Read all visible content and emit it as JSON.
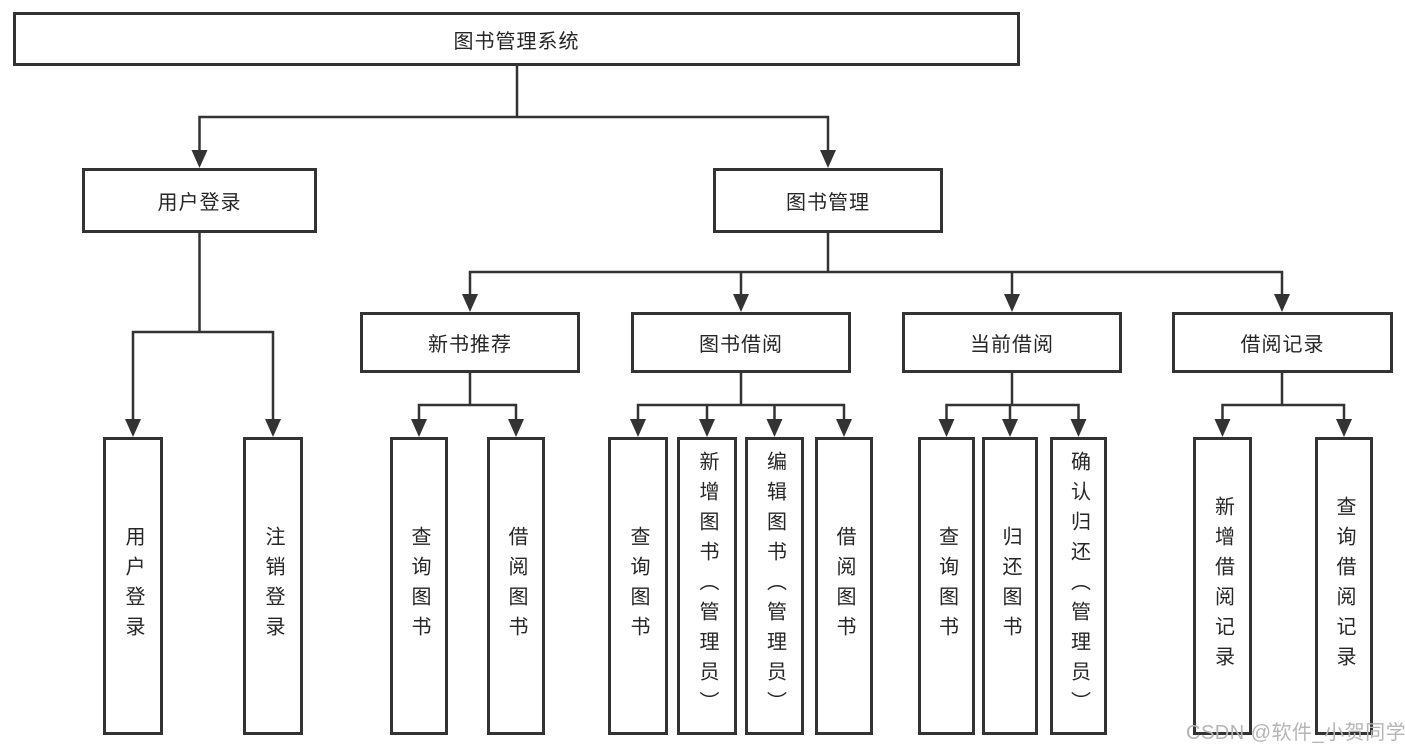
{
  "tree": {
    "label": "图书管理系统",
    "children": [
      {
        "label": "用户登录",
        "children": [
          {
            "label": "用户登录"
          },
          {
            "label": "注销登录"
          }
        ]
      },
      {
        "label": "图书管理",
        "children": [
          {
            "label": "新书推荐",
            "children": [
              {
                "label": "查询图书"
              },
              {
                "label": "借阅图书"
              }
            ]
          },
          {
            "label": "图书借阅",
            "children": [
              {
                "label": "查询图书"
              },
              {
                "label": "新增图书（管理员）"
              },
              {
                "label": "编辑图书（管理员）"
              },
              {
                "label": "借阅图书"
              }
            ]
          },
          {
            "label": "当前借阅",
            "children": [
              {
                "label": "查询图书"
              },
              {
                "label": "归还图书"
              },
              {
                "label": "确认归还（管理员）"
              }
            ]
          },
          {
            "label": "借阅记录",
            "children": [
              {
                "label": "新增借阅记录"
              },
              {
                "label": "查询借阅记录"
              }
            ]
          }
        ]
      }
    ]
  },
  "watermark": {
    "text": "CSDN @软件_小贺同学"
  },
  "colors": {
    "line": "#333333",
    "text": "#262626",
    "box_background": "#ffffff",
    "watermark": "#b5b5b5"
  }
}
